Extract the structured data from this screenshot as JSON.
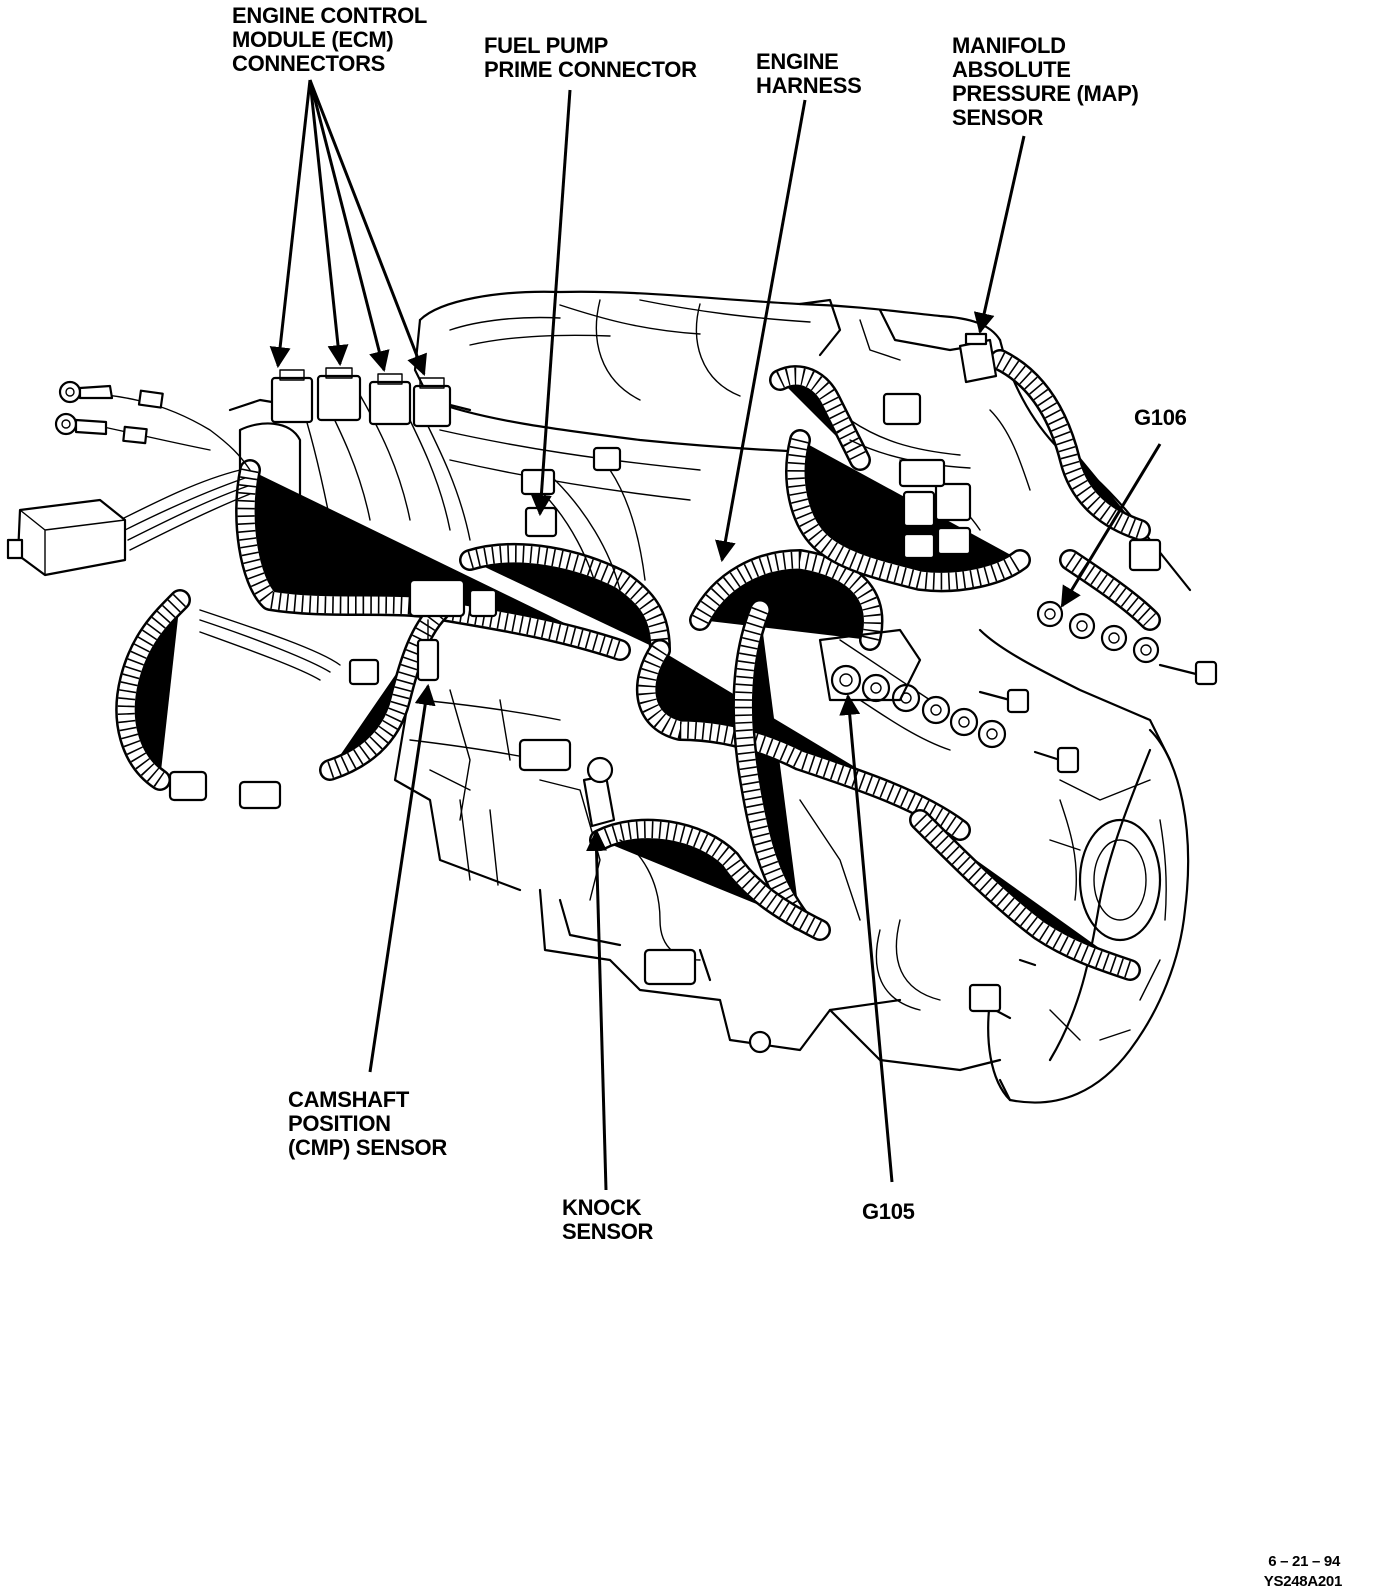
{
  "labels": {
    "ecm": "ENGINE CONTROL\nMODULE (ECM)\nCONNECTORS",
    "fuel_pump": "FUEL PUMP\nPRIME CONNECTOR",
    "engine_harness": "ENGINE\nHARNESS",
    "map_sensor": "MANIFOLD\nABSOLUTE\nPRESSURE (MAP)\nSENSOR",
    "g106": "G106",
    "cmp_sensor": "CAMSHAFT\nPOSITION\n(CMP) SENSOR",
    "knock_sensor": "KNOCK\nSENSOR",
    "g105": "G105"
  },
  "footer": {
    "date": "6 – 21 – 94",
    "figure_id": "YS248A201"
  },
  "colors": {
    "ink": "#000000",
    "paper": "#ffffff"
  }
}
